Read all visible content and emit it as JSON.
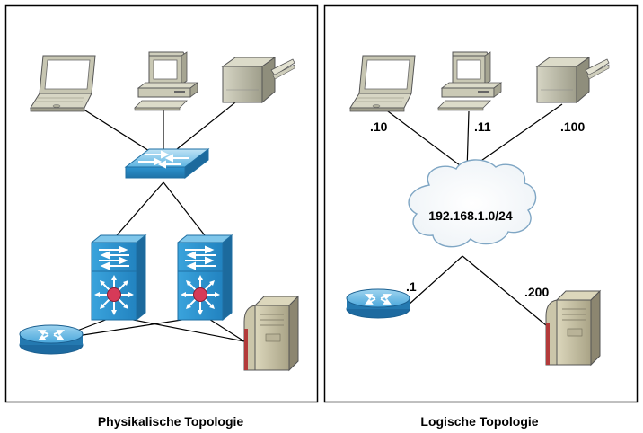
{
  "physical": {
    "caption": "Physikalische Topologie",
    "devices": [
      "laptop-icon",
      "desktop-pc-icon",
      "printer-icon",
      "workgroup-switch-icon",
      "layer3-switch-icon",
      "layer3-switch-icon",
      "router-icon",
      "server-icon"
    ]
  },
  "logical": {
    "caption": "Logische Topologie",
    "network": "192.168.1.0/24",
    "ip_laptop": ".10",
    "ip_pc": ".11",
    "ip_printer": ".100",
    "ip_router": ".1",
    "ip_server": ".200"
  },
  "colors": {
    "switch_blue": "#2c8ec9",
    "router_blue": "#2a87c0",
    "server_beige": "#c9c3a4",
    "server_red": "#b33a3a",
    "red_hub": "#d63a58",
    "cloud_outline": "#7fa6c4"
  }
}
